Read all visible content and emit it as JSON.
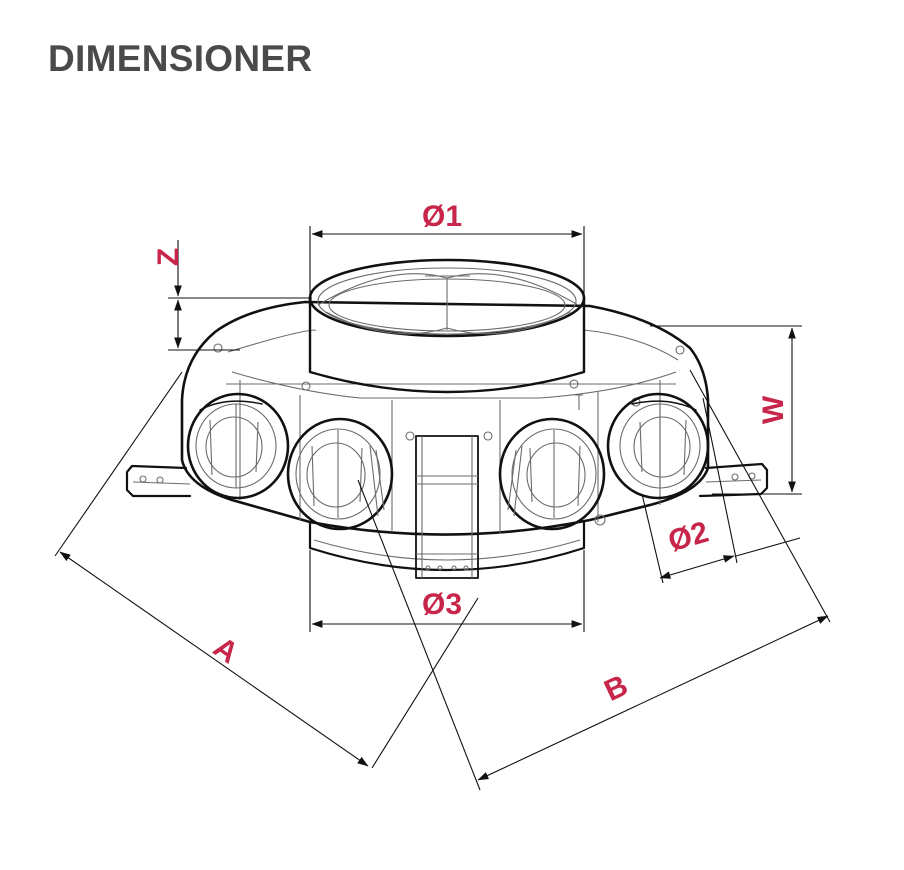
{
  "page": {
    "title": "DIMENSIONER"
  },
  "labels": {
    "d1": "Ø1",
    "d2": "Ø2",
    "d3": "Ø3",
    "z": "Z",
    "w": "W",
    "a": "A",
    "b": "B"
  },
  "colors": {
    "label": "#c8254a",
    "title": "#4a4a4a",
    "line": "#111111"
  }
}
